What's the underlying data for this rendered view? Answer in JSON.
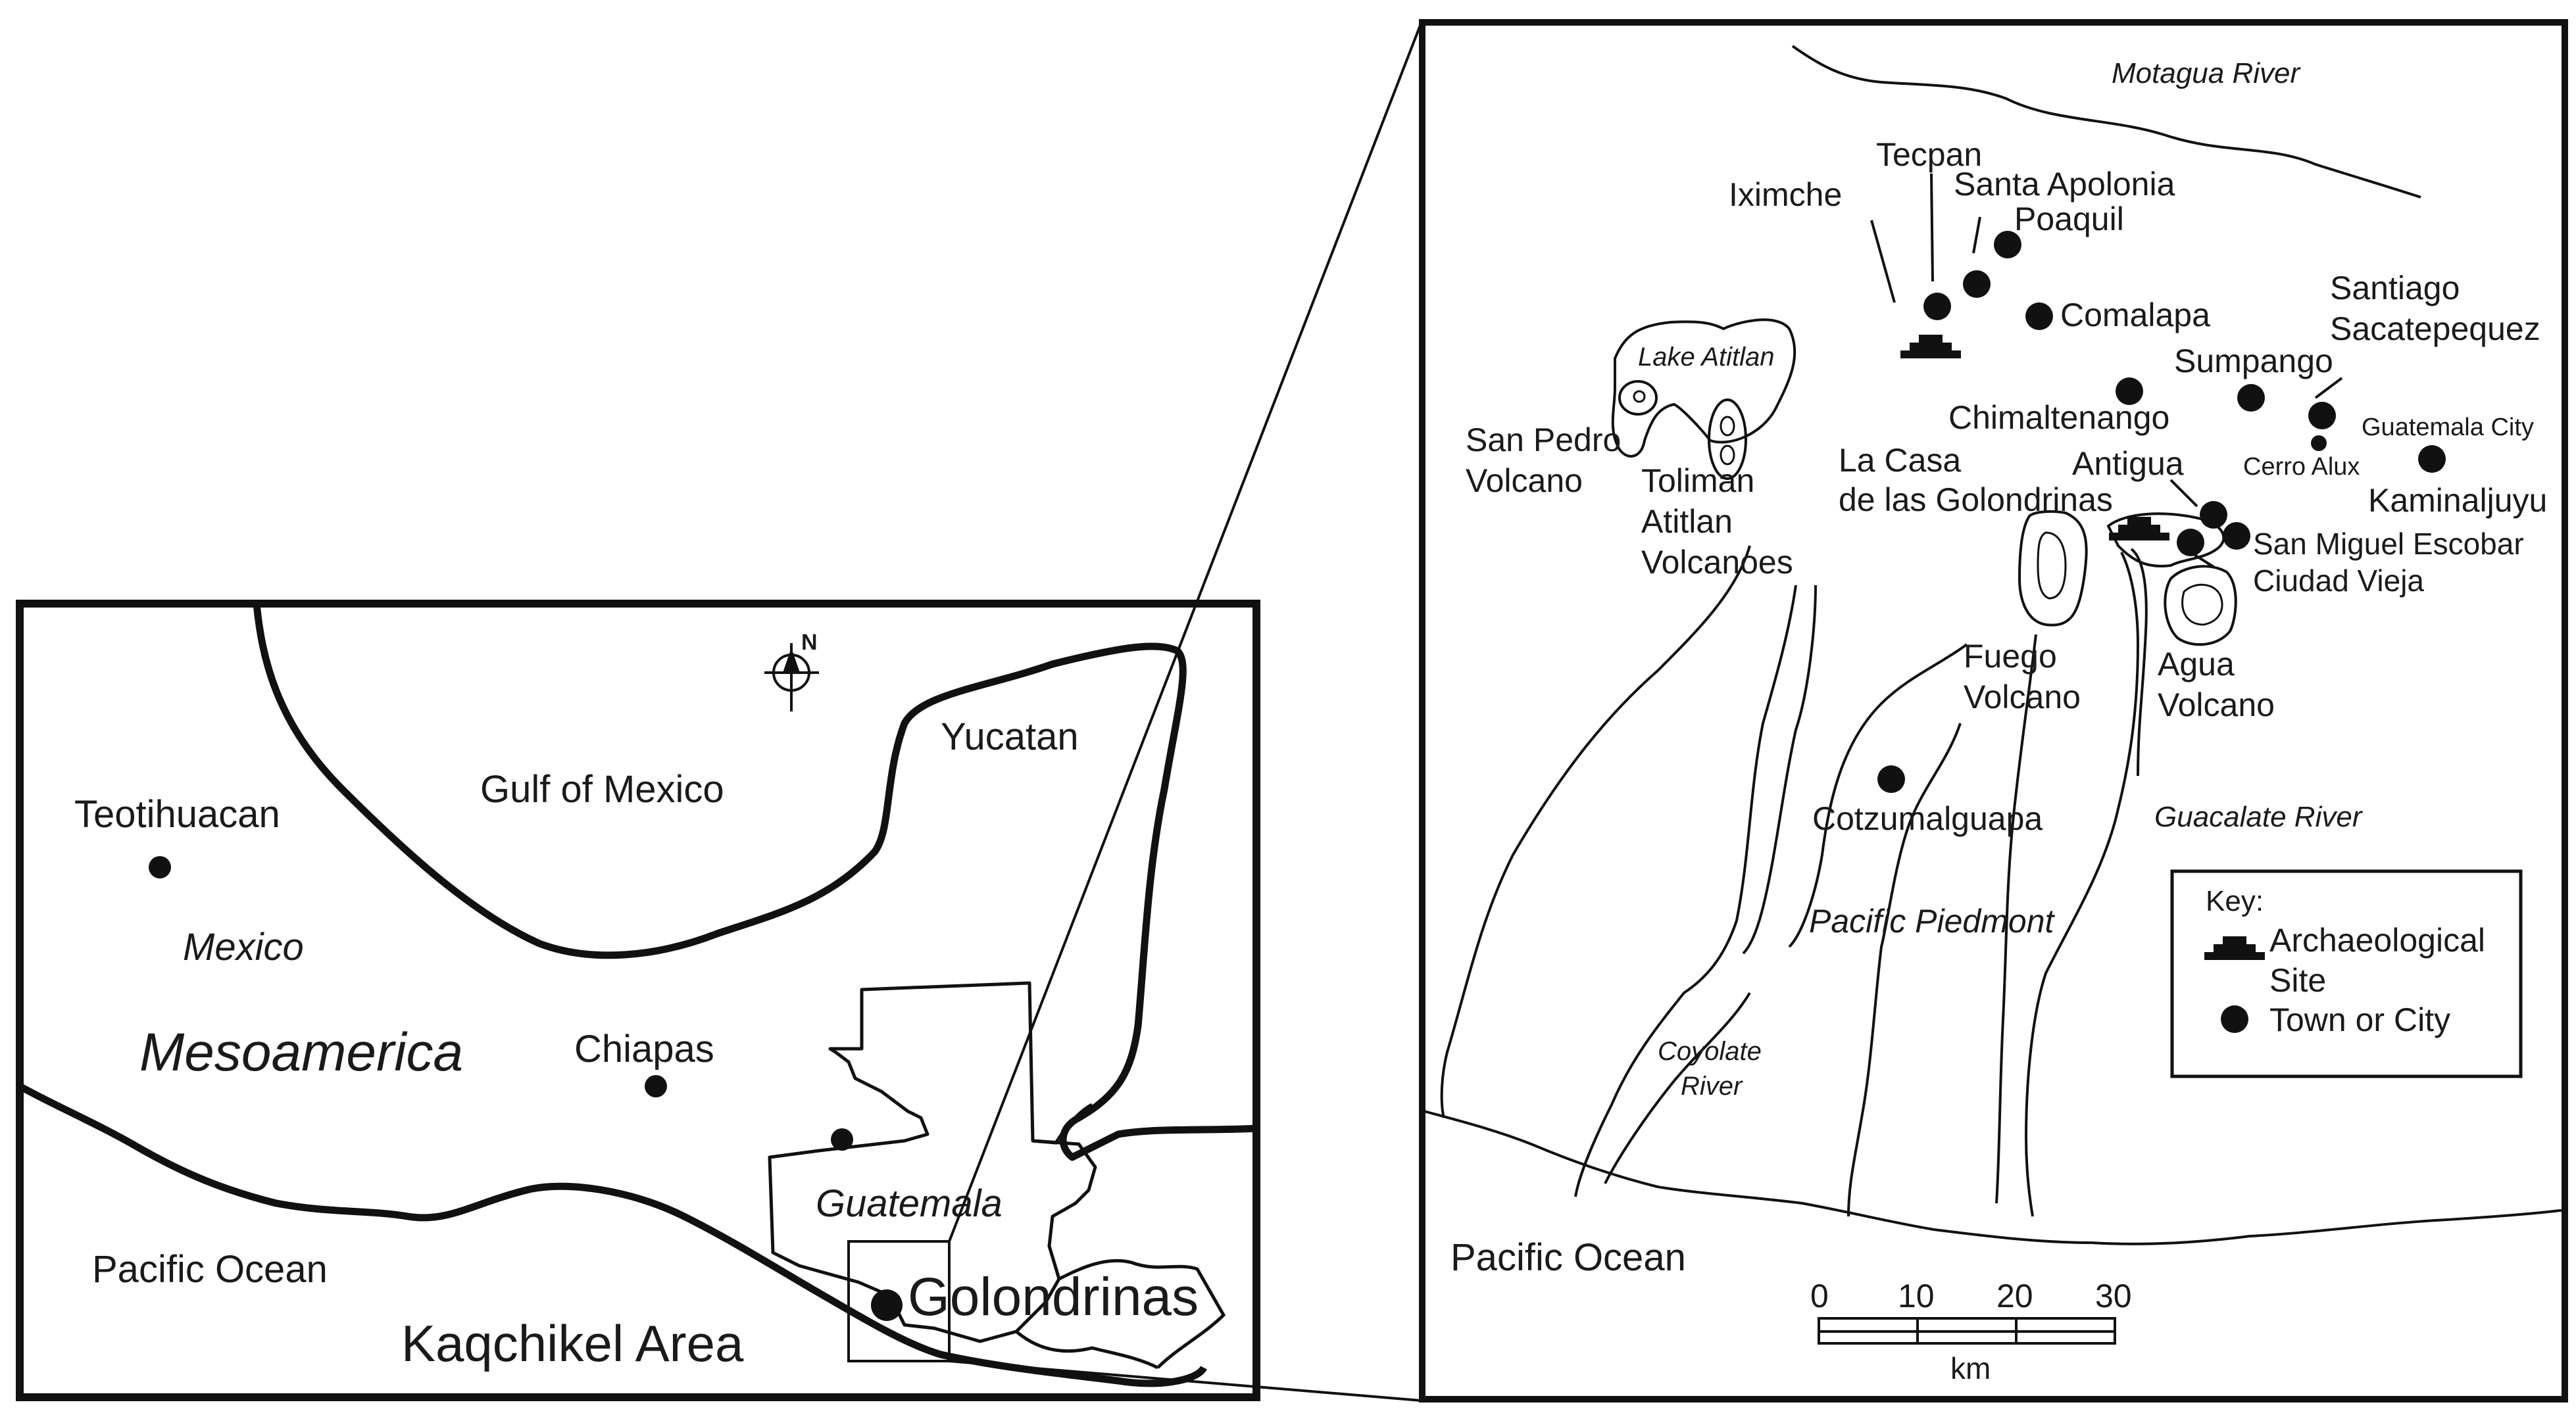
{
  "overview_map": {
    "north_label": "N",
    "labels": {
      "gulf": "Gulf of Mexico",
      "yucatan": "Yucatan",
      "teotihuacan": "Teotihuacan",
      "mexico": "Mexico",
      "mesoamerica": "Mesoamerica",
      "chiapas": "Chiapas",
      "pacific": "Pacific Ocean",
      "guatemala": "Guatemala",
      "golondrinas": "Golondrinas",
      "kaqchikel": "Kaqchikel Area"
    }
  },
  "detail_map": {
    "rivers": {
      "motagua": "Motagua River",
      "guacalate": "Guacalate River",
      "coyolate_1": "Coyolate",
      "coyolate_2": "River"
    },
    "lake": "Lake Atitlan",
    "places": {
      "iximche": "Iximche",
      "tecpan": "Tecpan",
      "santa_apolonia": "Santa Apolonia",
      "poaquil": "Poaquil",
      "comalapa": "Comalapa",
      "santiago": "Santiago",
      "sacatepequez": "Sacatepequez",
      "sumpango": "Sumpango",
      "chimaltenango": "Chimaltenango",
      "guatemala_city": "Guatemala City",
      "san_pedro_1": "San Pedro",
      "san_pedro_2": "Volcano",
      "cerro_alux": "Cerro Alux",
      "antigua": "Antigua",
      "la_casa_1": "La Casa",
      "la_casa_2": "de las Golondrinas",
      "toliman_1": "Toliman",
      "toliman_2": "Atitlan",
      "toliman_3": "Volcanoes",
      "kaminaljuyu": "Kaminaljuyu",
      "san_miguel": "San Miguel Escobar",
      "ciudad_vieja": "Ciudad Vieja",
      "fuego_1": "Fuego",
      "fuego_2": "Volcano",
      "agua_1": "Agua",
      "agua_2": "Volcano",
      "cotzumalguapa": "Cotzumalguapa",
      "piedmont": "Pacific Piedmont",
      "pacific": "Pacific Ocean"
    },
    "key": {
      "title": "Key:",
      "arch_1": "Archaeological",
      "arch_2": "Site",
      "town": "Town or City"
    },
    "scale": {
      "t0": "0",
      "t10": "10",
      "t20": "20",
      "t30": "30",
      "unit": "km"
    }
  }
}
